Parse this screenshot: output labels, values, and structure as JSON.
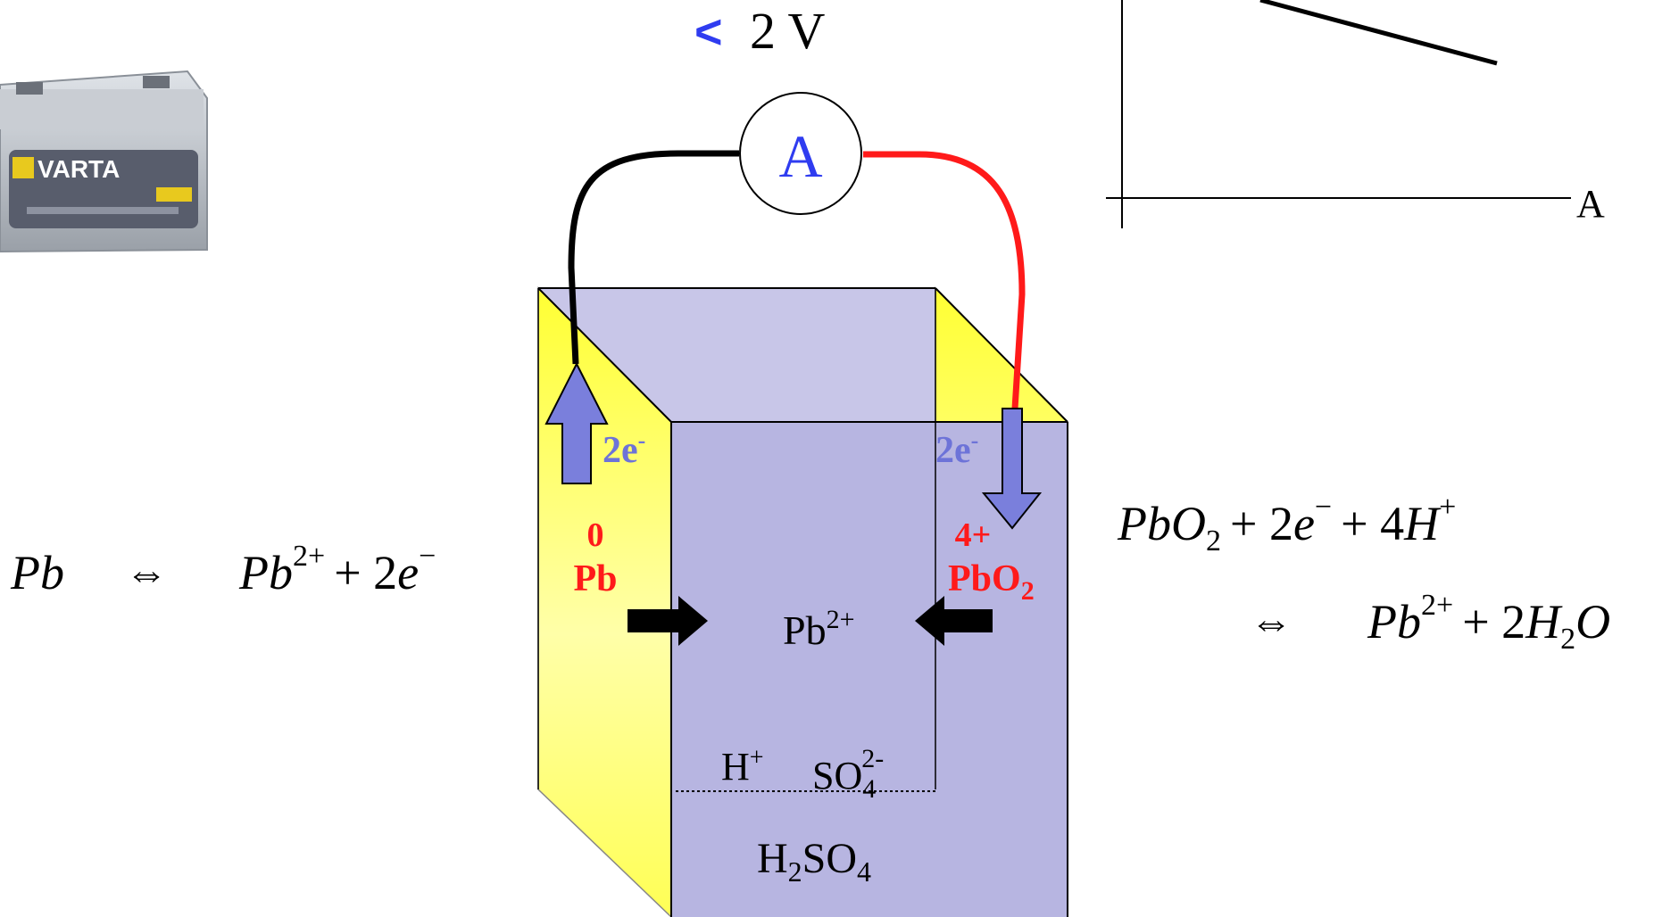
{
  "voltage": {
    "symbol": "<",
    "value": "2 V"
  },
  "ammeter": {
    "label": "A"
  },
  "graph": {
    "x_axis_label": "A"
  },
  "battery_brand": "VARTA",
  "electrodes": {
    "left": {
      "electrons": "2e",
      "electron_sup": "-",
      "oxidation_state": "0",
      "material": "Pb"
    },
    "right": {
      "electrons": "2e",
      "electron_sup": "-",
      "oxidation_state": "4+",
      "material_main": "PbO",
      "material_sub": "2"
    }
  },
  "electrolyte": {
    "center_ion": "Pb",
    "center_ion_sup": "2+",
    "h_ion": "H",
    "h_ion_sup": "+",
    "so4_main": "SO",
    "so4_sub": "4",
    "so4_sup": "2-",
    "acid_h": "H",
    "acid_h_sub": "2",
    "acid_so": "SO",
    "acid_so_sub": "4"
  },
  "equations": {
    "left": {
      "reactant": "Pb",
      "arrow": "⇔",
      "product": "Pb",
      "product_sup": "2+",
      "plus": "+ 2",
      "electron": "e",
      "electron_sup": "−"
    },
    "right_line1": {
      "r1": "PbO",
      "r1_sub": "2",
      "plus1": "+ 2",
      "e": "e",
      "e_sup": "−",
      "plus2": "+ 4",
      "h": "H",
      "h_sup": "+"
    },
    "right_line2": {
      "arrow": "⇔",
      "p1": "Pb",
      "p1_sup": "2+",
      "plus": "+ 2",
      "h": "H",
      "h_sub": "2",
      "o": "O"
    }
  },
  "colors": {
    "electrolyte_front": "#b7b5e1",
    "electrolyte_top": "#c8c6e8",
    "electrode_yellow": "#ffff40",
    "electron_arrow": "#7a7fdc",
    "electron_label": "#6d73d8",
    "oxidation_red": "#ff1a1a",
    "wire_red": "#ff1a1a",
    "wire_black": "#000000",
    "ammeter_text": "#2f3cf0",
    "voltage_symbol": "#2f3cf0"
  }
}
